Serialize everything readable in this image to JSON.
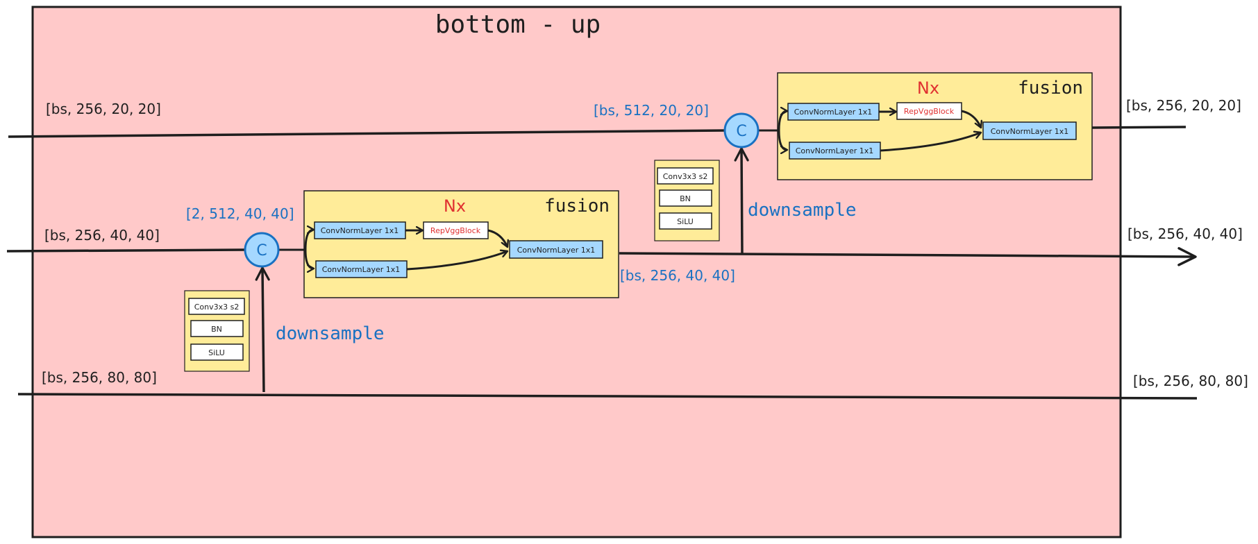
{
  "title": "bottom - up",
  "colors": {
    "main_bg": "#ffc9c9",
    "fusion_bg": "#ffec99",
    "node_fill": "#a5d8ff",
    "node_stroke": "#1971c2",
    "blue_text": "#1971c2",
    "red_text": "#e03131",
    "ink": "#1e1e1e"
  },
  "shapes": {
    "labels": {
      "in_top": "[bs, 256, 20, 20]",
      "in_mid": "[bs, 256, 40, 40]",
      "in_bot": "[bs, 256, 80, 80]",
      "out_top": "[bs, 256, 20, 20]",
      "out_mid": "[bs, 256, 40, 40]",
      "out_bot": "[bs, 256, 80, 80]",
      "concat1": "[2, 512, 40, 40]",
      "concat2": "[bs, 512, 20, 20]",
      "fusion1_out": "[bs, 256, 40, 40]"
    }
  },
  "concat_symbol": "C",
  "downsample": {
    "label": "downsample",
    "conv": "Conv3x3 s2",
    "bn": "BN",
    "act": "SiLU"
  },
  "fusion": {
    "label": "fusion",
    "repeat": "Nx",
    "conv_a": "ConvNormLayer  1x1",
    "conv_b": "ConvNormLayer  1x1",
    "conv_out": "ConvNormLayer  1x1",
    "block": "RepVggBlock"
  }
}
